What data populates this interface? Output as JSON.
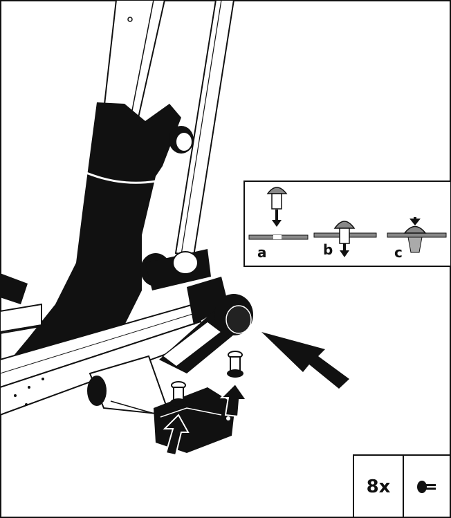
{
  "inset": {
    "steps": [
      {
        "label": "a"
      },
      {
        "label": "b"
      },
      {
        "label": "c"
      }
    ]
  },
  "quantity": {
    "count": "8x",
    "part_icon": "push-rivet-icon"
  }
}
